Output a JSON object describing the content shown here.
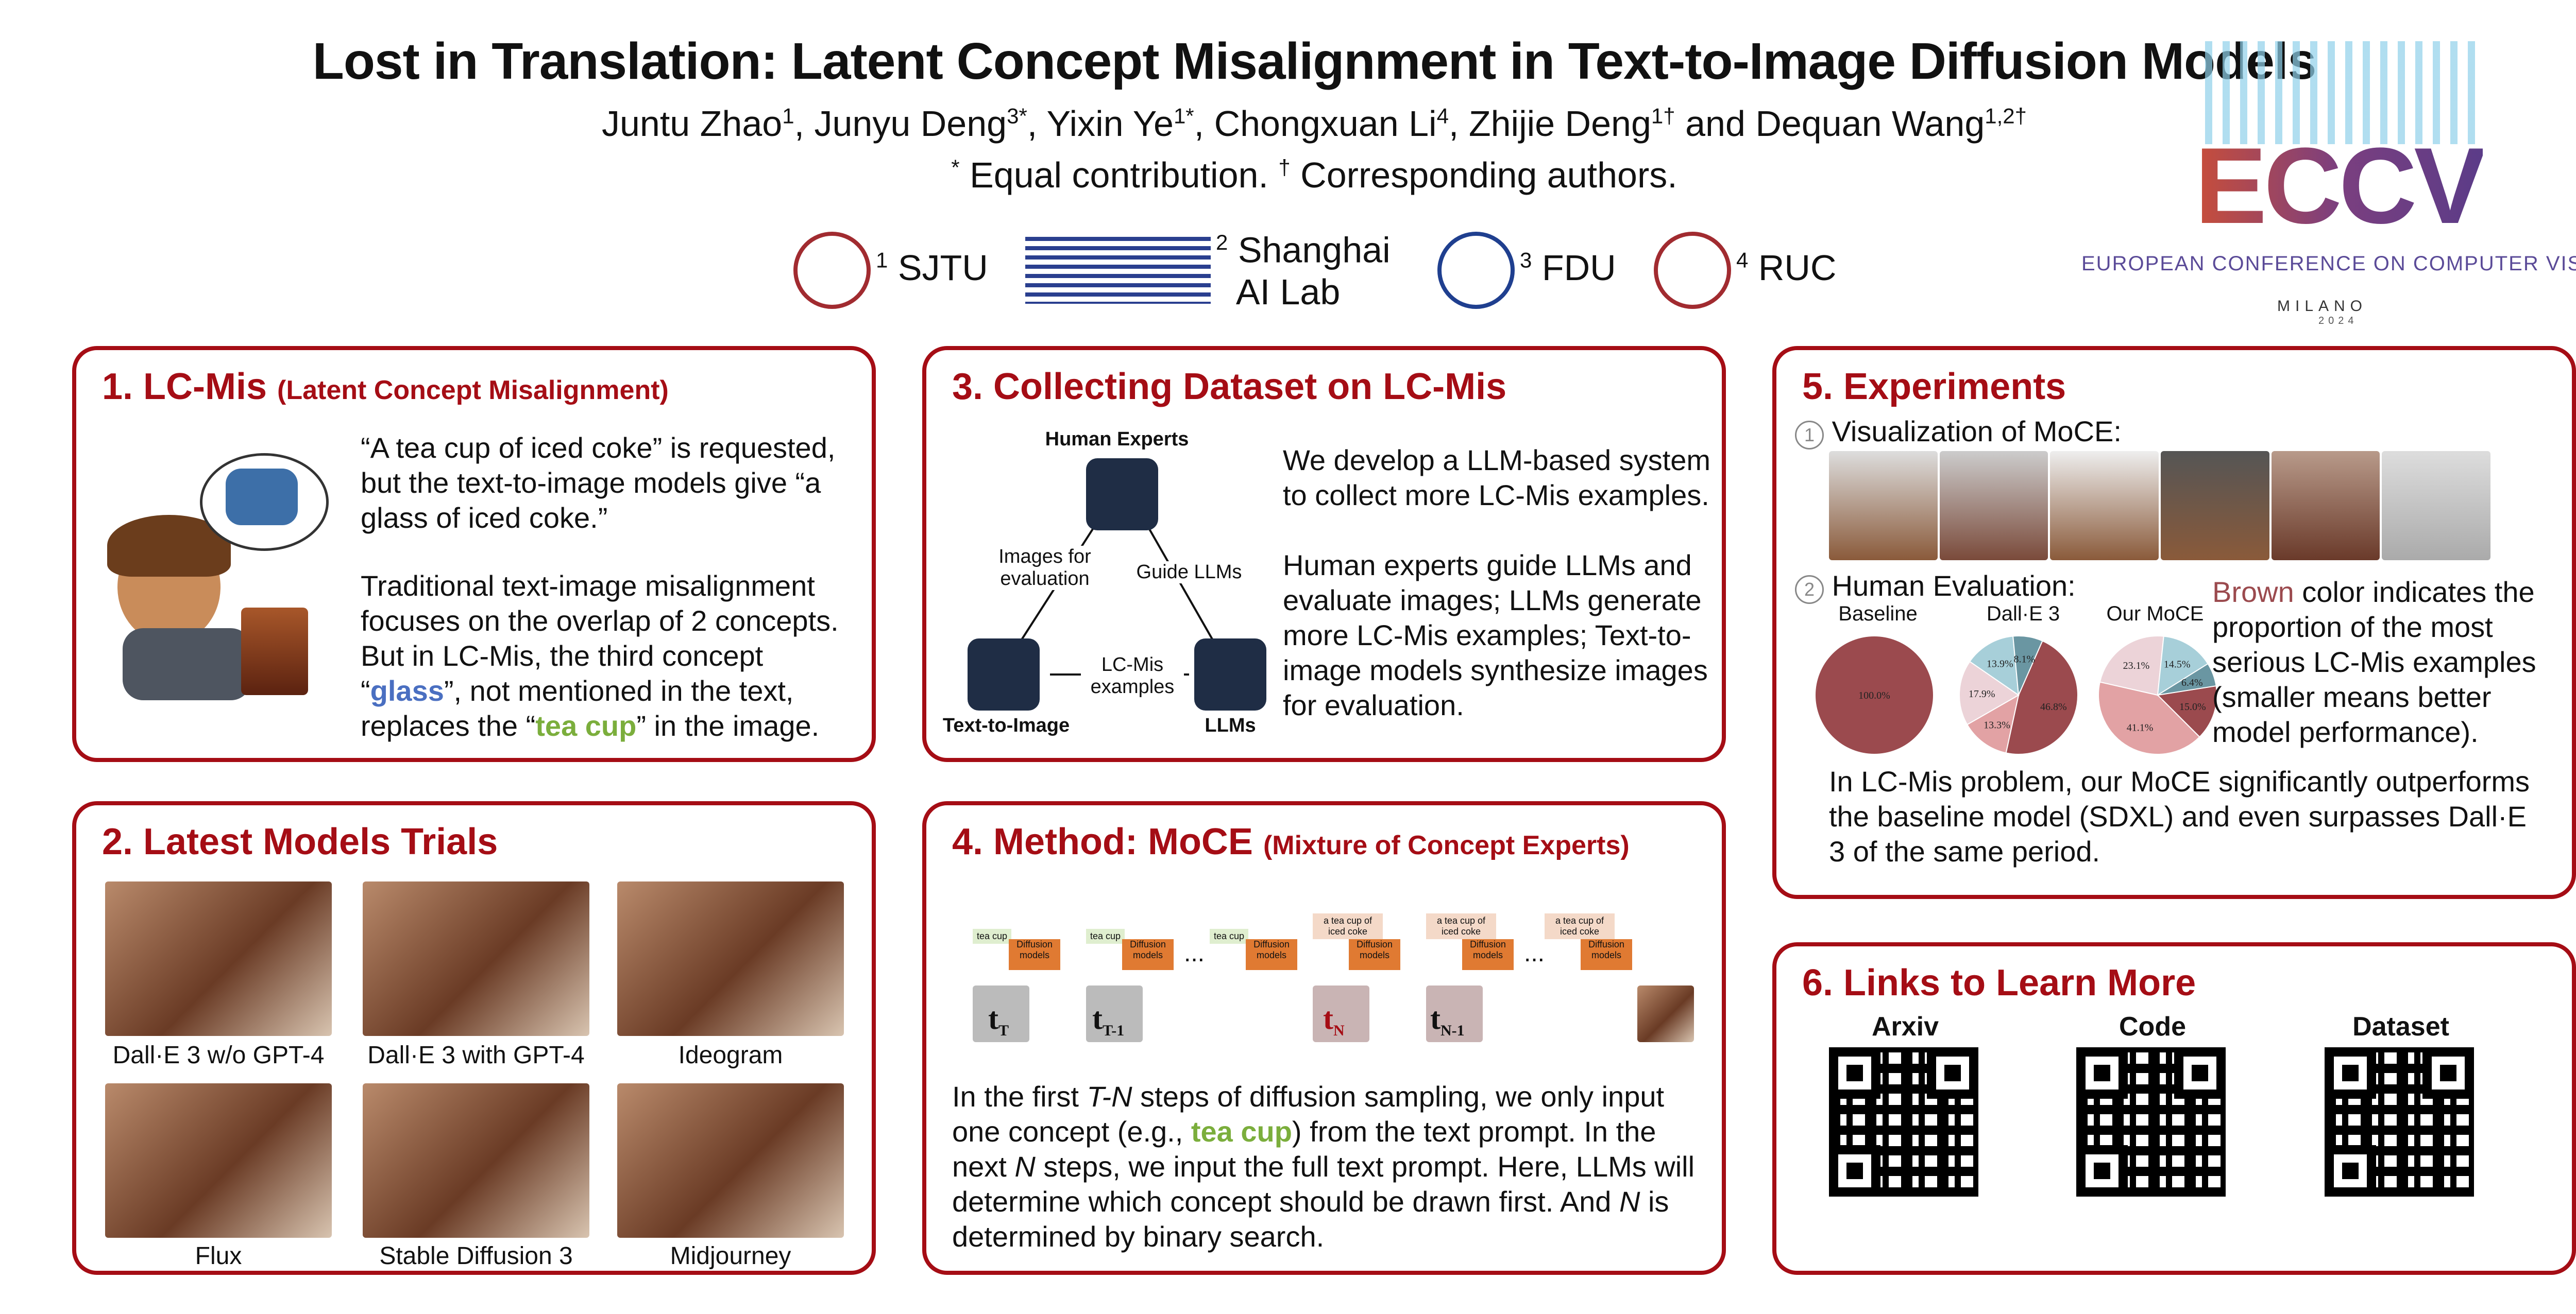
{
  "header": {
    "title": "Lost in Translation: Latent Concept Misalignment in Text-to-Image Diffusion Models",
    "authors": [
      {
        "name": "Juntu Zhao",
        "sup": "1"
      },
      {
        "name": "Junyu Deng",
        "sup": "3*"
      },
      {
        "name": "Yixin Ye",
        "sup": "1*"
      },
      {
        "name": "Chongxuan Li",
        "sup": "4"
      },
      {
        "name": "Zhijie Deng",
        "sup": "1†"
      },
      {
        "name": "Dequan Wang",
        "sup": "1,2†"
      }
    ],
    "authors_and": "and",
    "note_star": "*",
    "note_text": "Equal contribution.",
    "note_dagger": "†",
    "note_text2": "Corresponding authors.",
    "affiliations": [
      {
        "sup": "1",
        "name": "SJTU"
      },
      {
        "sup": "2",
        "name_line1": "Shanghai",
        "name_line2": "AI Lab"
      },
      {
        "sup": "3",
        "name": "FDU"
      },
      {
        "sup": "4",
        "name": "RUC"
      }
    ],
    "conference": {
      "logo_text": "ECCV",
      "full_name": "EUROPEAN CONFERENCE ON COMPUTER VISION",
      "city": "MILANO",
      "year": "2024"
    }
  },
  "panel1": {
    "title": "1. LC-Mis",
    "subtitle": "(Latent Concept Misalignment)",
    "para1": "“A tea cup of iced coke” is requested, but the text-to-image models give “a glass of iced coke.”",
    "para2_a": "Traditional text-image misalignment focuses on the overlap of 2 concepts. But in LC-Mis, the third concept “",
    "para2_glass": "glass",
    "para2_b": "”, not mentioned in the text, replaces the “",
    "para2_teacup": "tea cup",
    "para2_c": "” in the image."
  },
  "panel2": {
    "title": "2. Latest Models Trials",
    "models": [
      "Dall·E 3 w/o GPT-4",
      "Dall·E 3 with GPT-4",
      "Ideogram",
      "Flux",
      "Stable Diffusion 3",
      "Midjourney"
    ]
  },
  "panel3": {
    "title": "3. Collecting Dataset on LC-Mis",
    "nodes": {
      "human": "Human Experts",
      "t2i": "Text-to-Image",
      "llms": "LLMs"
    },
    "edges": {
      "images_for_eval_1": "Images for",
      "images_for_eval_2": "evaluation",
      "guide": "Guide LLMs",
      "lcmis_1": "LC-Mis",
      "lcmis_2": "examples"
    },
    "para1": "We develop a LLM-based system to collect more LC-Mis examples.",
    "para2": "Human experts guide LLMs and evaluate images; LLMs generate more LC-Mis examples; Text-to-image models synthesize images for evaluation."
  },
  "panel4": {
    "title": "4. Method: MoCE",
    "subtitle": "(Mixture of Concept Experts)",
    "diagram": {
      "prompt_short": "tea cup",
      "prompt_full": "a tea cup of iced coke",
      "model_label": "Diffusion models",
      "ellipsis": "...",
      "steps": [
        "t",
        "t",
        "t",
        "t"
      ],
      "step_subs": [
        "T",
        "T-1",
        "N",
        "N-1"
      ]
    },
    "para_a": "In the first ",
    "para_tn": "T-N",
    "para_b": " steps of diffusion sampling, we only input one concept (e.g., ",
    "para_teacup": "tea cup",
    "para_c": ") from the text prompt. In the next ",
    "para_n1": "N",
    "para_d": " steps, we input the full text prompt. Here, LLMs will determine which concept should be drawn first. And ",
    "para_n2": "N",
    "para_e": " is determined by binary search."
  },
  "panel5": {
    "title": "5. Experiments",
    "item1_num": "1",
    "item1": "Visualization of MoCE:",
    "item2_num": "2",
    "item2": "Human Evaluation:",
    "legend_brown": "Brown",
    "legend_rest": " color indicates the proportion of the most serious LC-Mis examples (smaller means better model performance).",
    "conclusion": "In LC-Mis problem, our MoCE significantly outperforms the baseline model (SDXL) and even surpasses Dall·E 3 of the same period."
  },
  "chart_data": {
    "type": "pie",
    "charts": [
      {
        "title": "Baseline",
        "slices": [
          {
            "value": 100.0,
            "label": "100.0%",
            "color": "#9b4a4e"
          }
        ]
      },
      {
        "title": "Dall·E 3",
        "slices": [
          {
            "value": 46.8,
            "label": "46.8%",
            "color": "#9b4a4e"
          },
          {
            "value": 13.3,
            "label": "13.3%",
            "color": "#e2a2a4"
          },
          {
            "value": 17.9,
            "label": "17.9%",
            "color": "#ecd3d8"
          },
          {
            "value": 13.9,
            "label": "13.9%",
            "color": "#a7cfd9"
          },
          {
            "value": 8.1,
            "label": "8.1%",
            "color": "#6a96a2"
          }
        ]
      },
      {
        "title": "Our MoCE",
        "slices": [
          {
            "value": 15.0,
            "label": "15.0%",
            "color": "#9b4a4e"
          },
          {
            "value": 41.1,
            "label": "41.1%",
            "color": "#e2a2a4"
          },
          {
            "value": 23.1,
            "label": "23.1%",
            "color": "#ecd3d8"
          },
          {
            "value": 14.5,
            "label": "14.5%",
            "color": "#a7cfd9"
          },
          {
            "value": 6.4,
            "label": "6.4%",
            "color": "#6a96a2"
          }
        ]
      }
    ]
  },
  "panel6": {
    "title": "6. Links to Learn More",
    "links": [
      "Arxiv",
      "Code",
      "Dataset"
    ]
  },
  "colors": {
    "accent": "#a50d15",
    "glass_blue": "#4a6fc1",
    "teacup_green": "#7bae3c",
    "brown": "#9b4a4e"
  }
}
